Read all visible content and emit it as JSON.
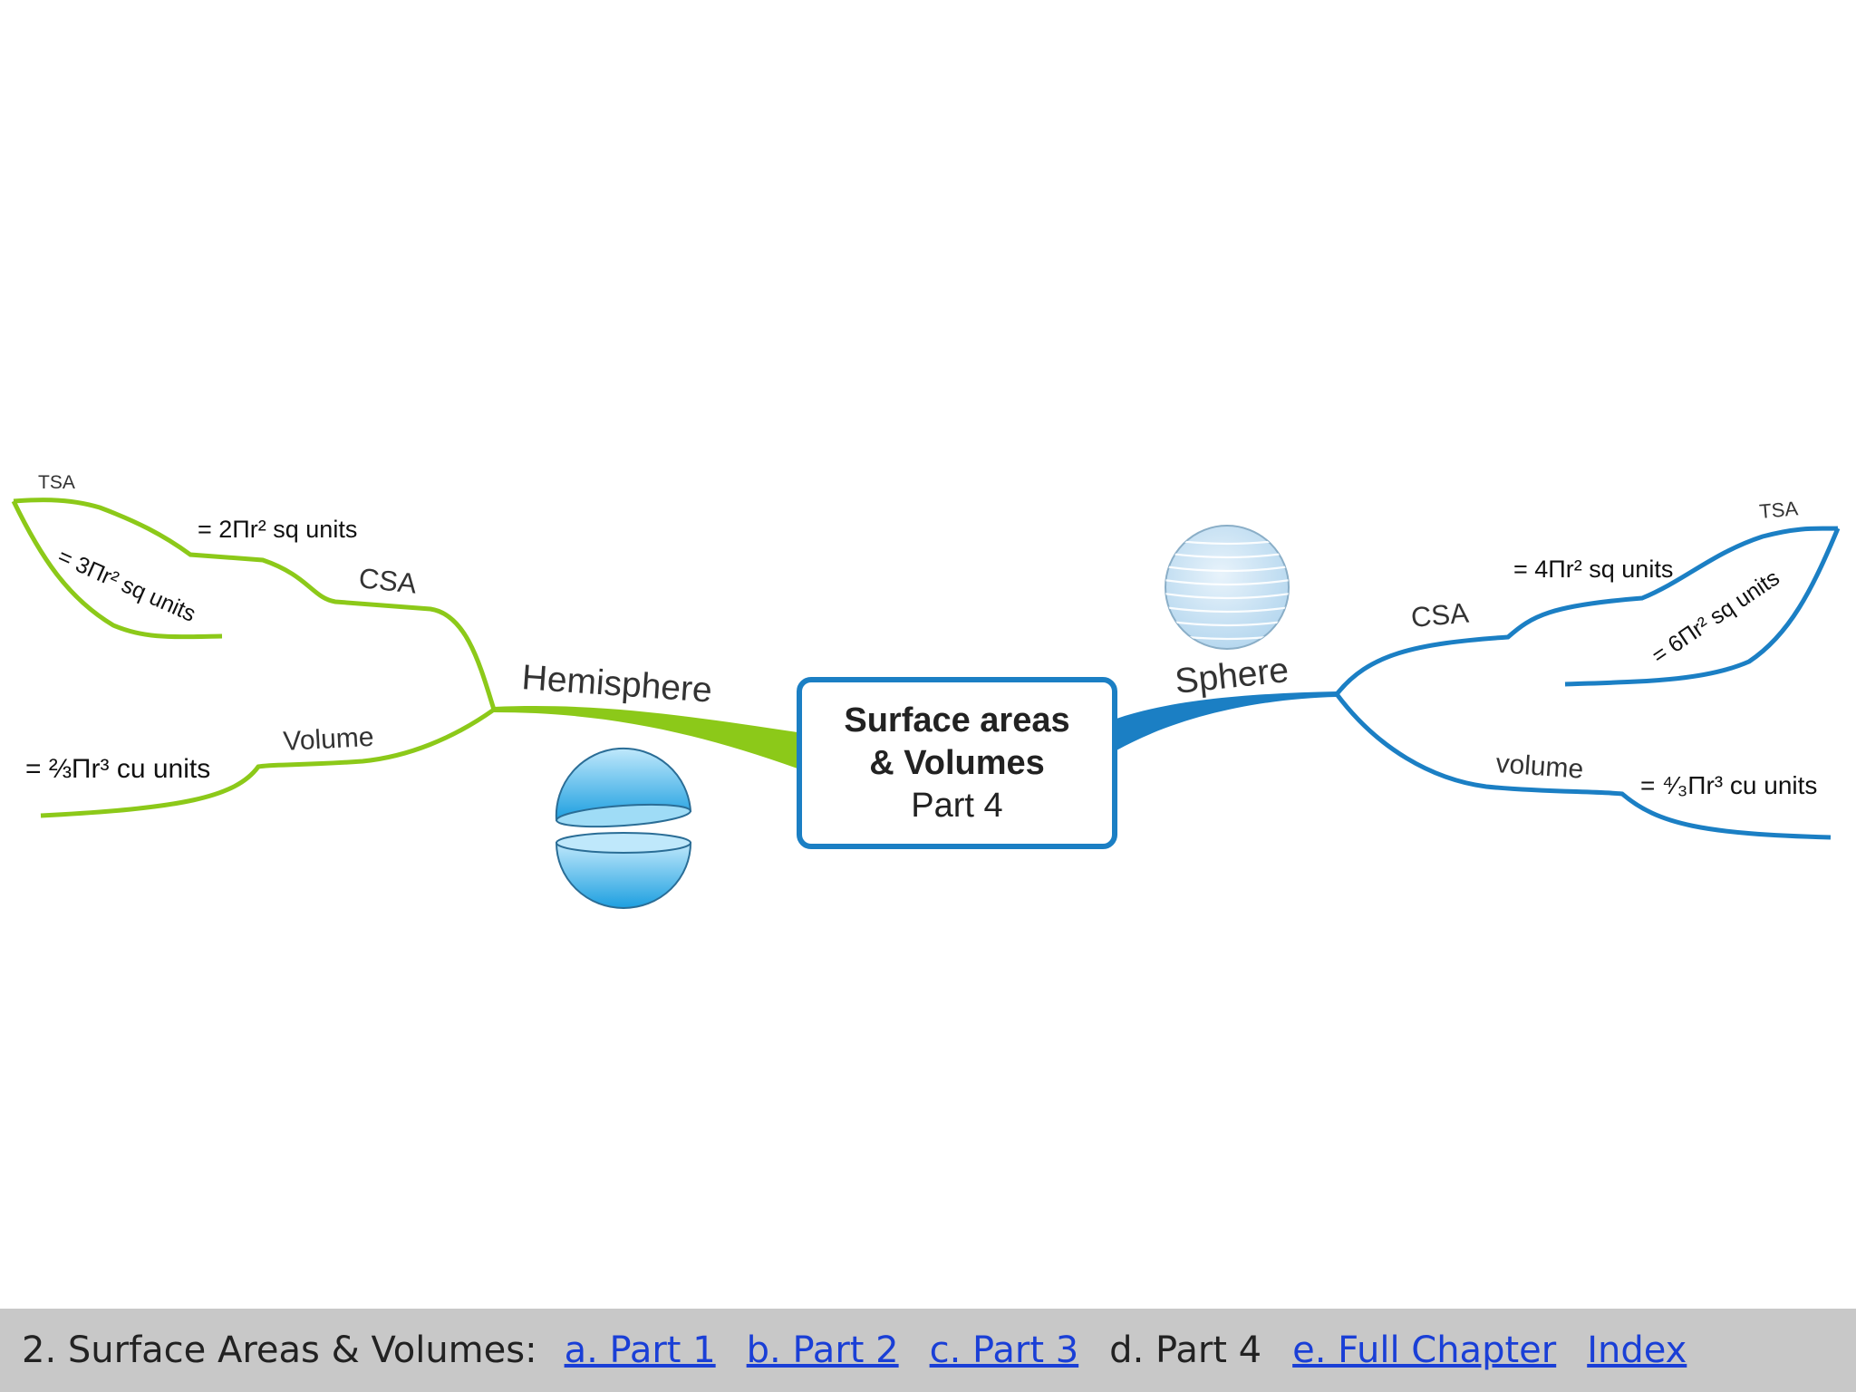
{
  "center": {
    "line1": "Surface areas",
    "line2": "& Volumes",
    "line3": "Part 4"
  },
  "hemisphere": {
    "label": "Hemisphere",
    "color": "#8cc919",
    "csa_label": "CSA",
    "tsa_label": "TSA",
    "volume_label": "Volume",
    "csa_formula": "= 2Πr²  sq units",
    "tsa_formula": "= 3Πr²  sq units",
    "volume_formula": "= ⅔Πr³  cu units"
  },
  "sphere": {
    "label": "Sphere",
    "color": "#1b7fc4",
    "csa_label": "CSA",
    "tsa_label": "TSA",
    "volume_label": "volume",
    "csa_formula": "= 4Πr²  sq units",
    "tsa_formula": "= 6Πr²  sq units",
    "volume_formula": "= ⁴⁄₃Πr³  cu units"
  },
  "footer": {
    "label": "2. Surface Areas & Volumes:",
    "links": [
      "a. Part 1",
      "b. Part 2",
      "c. Part 3"
    ],
    "current": "d. Part 4",
    "links_after": [
      "e. Full Chapter",
      "Index"
    ]
  }
}
